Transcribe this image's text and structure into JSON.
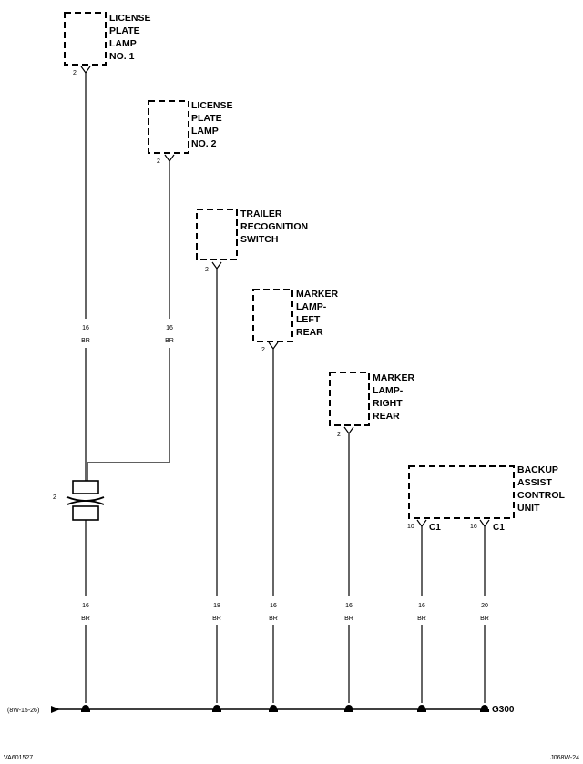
{
  "components": [
    {
      "name": "license-plate-lamp-1",
      "label_lines": [
        "LICENSE",
        "PLATE",
        "LAMP",
        "NO. 1"
      ],
      "pin": "2"
    },
    {
      "name": "license-plate-lamp-2",
      "label_lines": [
        "LICENSE",
        "PLATE",
        "LAMP",
        "NO. 2"
      ],
      "pin": "2"
    },
    {
      "name": "trailer-recognition-switch",
      "label_lines": [
        "TRAILER",
        "RECOGNITION",
        "SWITCH"
      ],
      "pin": "2"
    },
    {
      "name": "marker-lamp-left-rear",
      "label_lines": [
        "MARKER",
        "LAMP-",
        "LEFT",
        "REAR"
      ],
      "pin": "2"
    },
    {
      "name": "marker-lamp-right-rear",
      "label_lines": [
        "MARKER",
        "LAMP-",
        "RIGHT",
        "REAR"
      ],
      "pin": "2"
    },
    {
      "name": "backup-assist-control-unit",
      "label_lines": [
        "BACKUP",
        "ASSIST",
        "CONTROL",
        "UNIT"
      ],
      "pins": [
        "10",
        "16"
      ],
      "connector": "C1"
    }
  ],
  "wire_labels": {
    "upper": [
      {
        "gauge": "16",
        "color": "BR"
      },
      {
        "gauge": "16",
        "color": "BR"
      }
    ],
    "lower": [
      {
        "gauge": "16",
        "color": "BR"
      },
      {
        "gauge": "18",
        "color": "BR"
      },
      {
        "gauge": "16",
        "color": "BR"
      },
      {
        "gauge": "16",
        "color": "BR"
      },
      {
        "gauge": "16",
        "color": "BR"
      },
      {
        "gauge": "20",
        "color": "BR"
      }
    ]
  },
  "splice_pin": "2",
  "ground": "G300",
  "reference": "(8W-15-26)",
  "footer_left": "VA601527",
  "footer_right": "J068W-24"
}
